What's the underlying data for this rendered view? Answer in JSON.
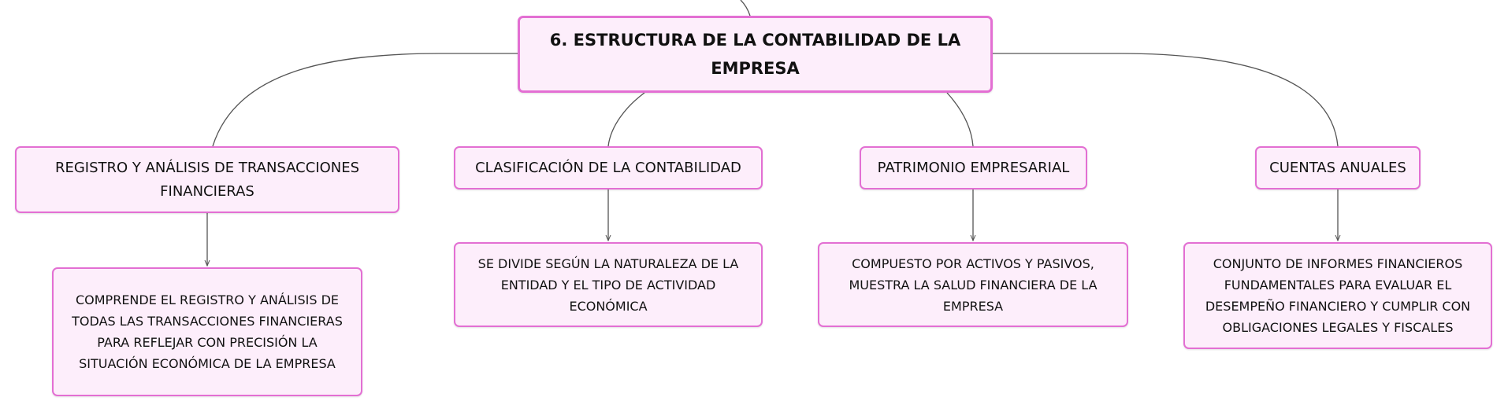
{
  "diagram": {
    "root": {
      "label": "6. ESTRUCTURA DE LA CONTABILIDAD DE LA EMPRESA"
    },
    "branches": [
      {
        "label": "REGISTRO Y ANÁLISIS DE TRANSACCIONES FINANCIERAS",
        "detail": "COMPRENDE EL REGISTRO Y ANÁLISIS DE TODAS LAS TRANSACCIONES FINANCIERAS PARA REFLEJAR CON PRECISIÓN LA SITUACIÓN ECONÓMICA DE LA EMPRESA"
      },
      {
        "label": "CLASIFICACIÓN DE LA CONTABILIDAD",
        "detail": "SE DIVIDE SEGÚN LA NATURALEZA DE LA ENTIDAD Y EL TIPO DE ACTIVIDAD ECONÓMICA"
      },
      {
        "label": "PATRIMONIO EMPRESARIAL",
        "detail": "COMPUESTO POR ACTIVOS Y PASIVOS, MUESTRA LA SALUD FINANCIERA DE LA EMPRESA"
      },
      {
        "label": "CUENTAS ANUALES",
        "detail": "CONJUNTO DE INFORMES FINANCIEROS FUNDAMENTALES PARA EVALUAR EL DESEMPEÑO FINANCIERO Y CUMPLIR CON OBLIGACIONES LEGALES Y FISCALES"
      }
    ]
  }
}
